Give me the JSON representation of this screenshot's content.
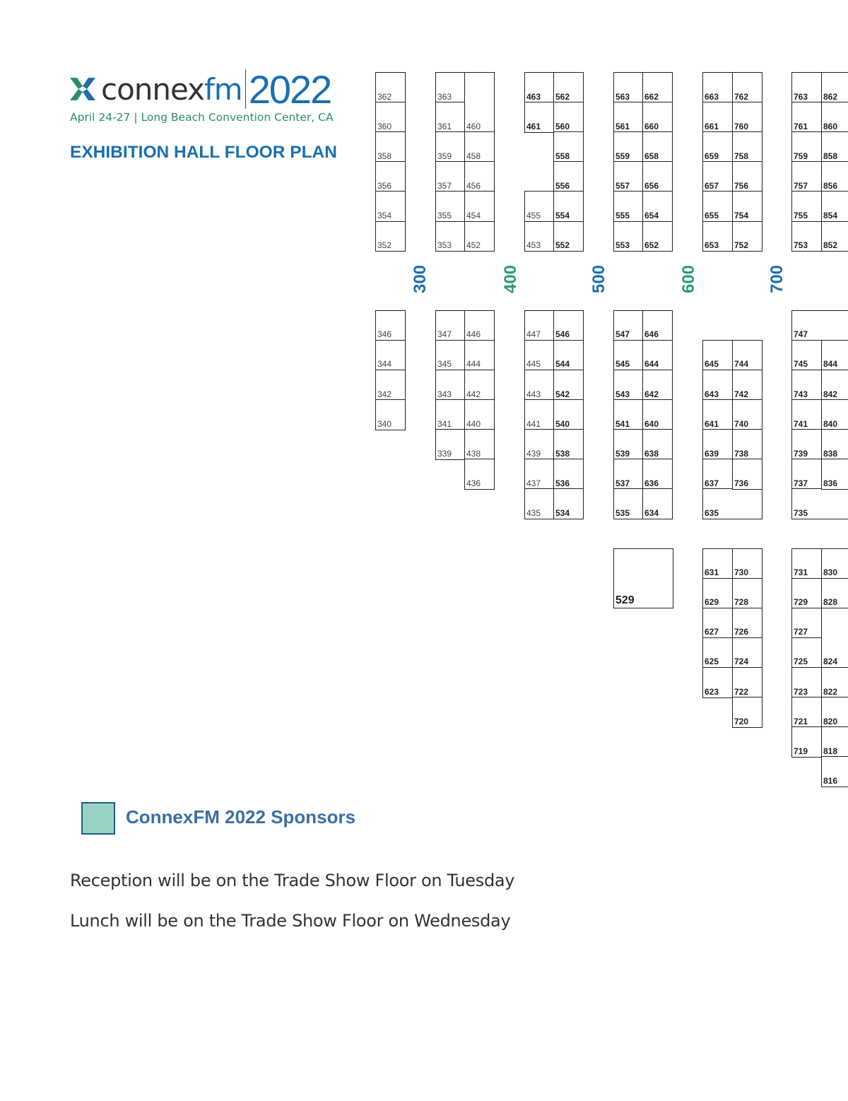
{
  "header": {
    "brand_part1": "connex",
    "brand_part2": "fm",
    "year": "2022",
    "subtitle": "April 24-27 | Long Beach Convention Center, CA",
    "title": "EXHIBITION HALL FLOOR PLAN"
  },
  "aisles": [
    {
      "label": "300",
      "color": "#1a6fb0"
    },
    {
      "label": "400",
      "color": "#2a9a7a"
    },
    {
      "label": "500",
      "color": "#1a6fb0"
    },
    {
      "label": "600",
      "color": "#2a9a7a"
    },
    {
      "label": "700",
      "color": "#1a6fb0"
    }
  ],
  "booths": [
    "362",
    "360",
    "358",
    "356",
    "354",
    "352",
    "363",
    "361",
    "359",
    "357",
    "355",
    "353",
    "460",
    "458",
    "456",
    "454",
    "452",
    "463",
    "461",
    "455",
    "453",
    "562",
    "560",
    "558",
    "556",
    "554",
    "552",
    "563",
    "561",
    "559",
    "557",
    "555",
    "553",
    "662",
    "660",
    "658",
    "656",
    "654",
    "652",
    "663",
    "661",
    "659",
    "657",
    "655",
    "653",
    "762",
    "760",
    "758",
    "756",
    "754",
    "752",
    "763",
    "761",
    "759",
    "757",
    "755",
    "753",
    "862",
    "860",
    "858",
    "856",
    "854",
    "852",
    "346",
    "344",
    "342",
    "340",
    "347",
    "345",
    "343",
    "341",
    "339",
    "446",
    "444",
    "442",
    "440",
    "438",
    "436",
    "447",
    "445",
    "443",
    "441",
    "439",
    "437",
    "435",
    "546",
    "544",
    "542",
    "540",
    "538",
    "536",
    "534",
    "547",
    "545",
    "543",
    "541",
    "539",
    "537",
    "535",
    "646",
    "644",
    "642",
    "640",
    "638",
    "636",
    "634",
    "645",
    "643",
    "641",
    "639",
    "637",
    "635",
    "744",
    "742",
    "740",
    "738",
    "736",
    "747",
    "745",
    "743",
    "741",
    "739",
    "737",
    "735",
    "844",
    "842",
    "840",
    "838",
    "836",
    "529",
    "631",
    "629",
    "627",
    "625",
    "623",
    "730",
    "728",
    "726",
    "724",
    "722",
    "720",
    "731",
    "729",
    "727",
    "725",
    "723",
    "721",
    "719",
    "830",
    "828",
    "824",
    "822",
    "820",
    "818",
    "816"
  ],
  "legend": {
    "label": "ConnexFM 2022 Sponsors",
    "color": "#99d1c5"
  },
  "notes": [
    "Reception will be on the Trade Show Floor on Tuesday",
    "Lunch will be on the Trade Show Floor on Wednesday"
  ]
}
